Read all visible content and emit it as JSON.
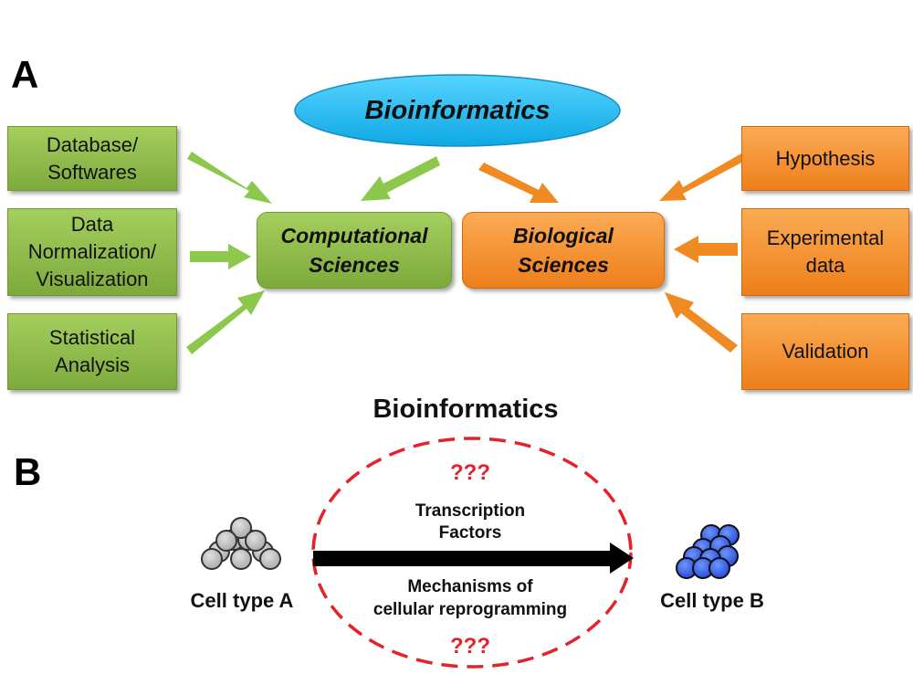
{
  "panel_a": {
    "letter": "A",
    "top_ellipse": "Bioinformatics",
    "left_boxes": [
      {
        "label": "Database/\nSoftwares"
      },
      {
        "label": "Data\nNormalization/\nVisualization"
      },
      {
        "label": "Statistical\nAnalysis"
      }
    ],
    "center_left": "Computational\nSciences",
    "center_right": "Biological\nSciences",
    "right_boxes": [
      {
        "label": "Hypothesis"
      },
      {
        "label": "Experimental\ndata"
      },
      {
        "label": "Validation"
      }
    ],
    "colors": {
      "green": "#8dba48",
      "orange": "#f39030",
      "ellipse": "#1ab4ec"
    }
  },
  "panel_b": {
    "letter": "B",
    "title": "Bioinformatics",
    "question_top": "???",
    "question_bottom": "???",
    "tf_label": "Transcription\nFactors",
    "mech_label": "Mechanisms of\ncellular reprogramming",
    "cell_a": "Cell type A",
    "cell_b": "Cell type B",
    "colors": {
      "cell_a": "#b4b4b4",
      "cell_b": "#2f5ce8",
      "dashed": "#e4222a"
    }
  }
}
